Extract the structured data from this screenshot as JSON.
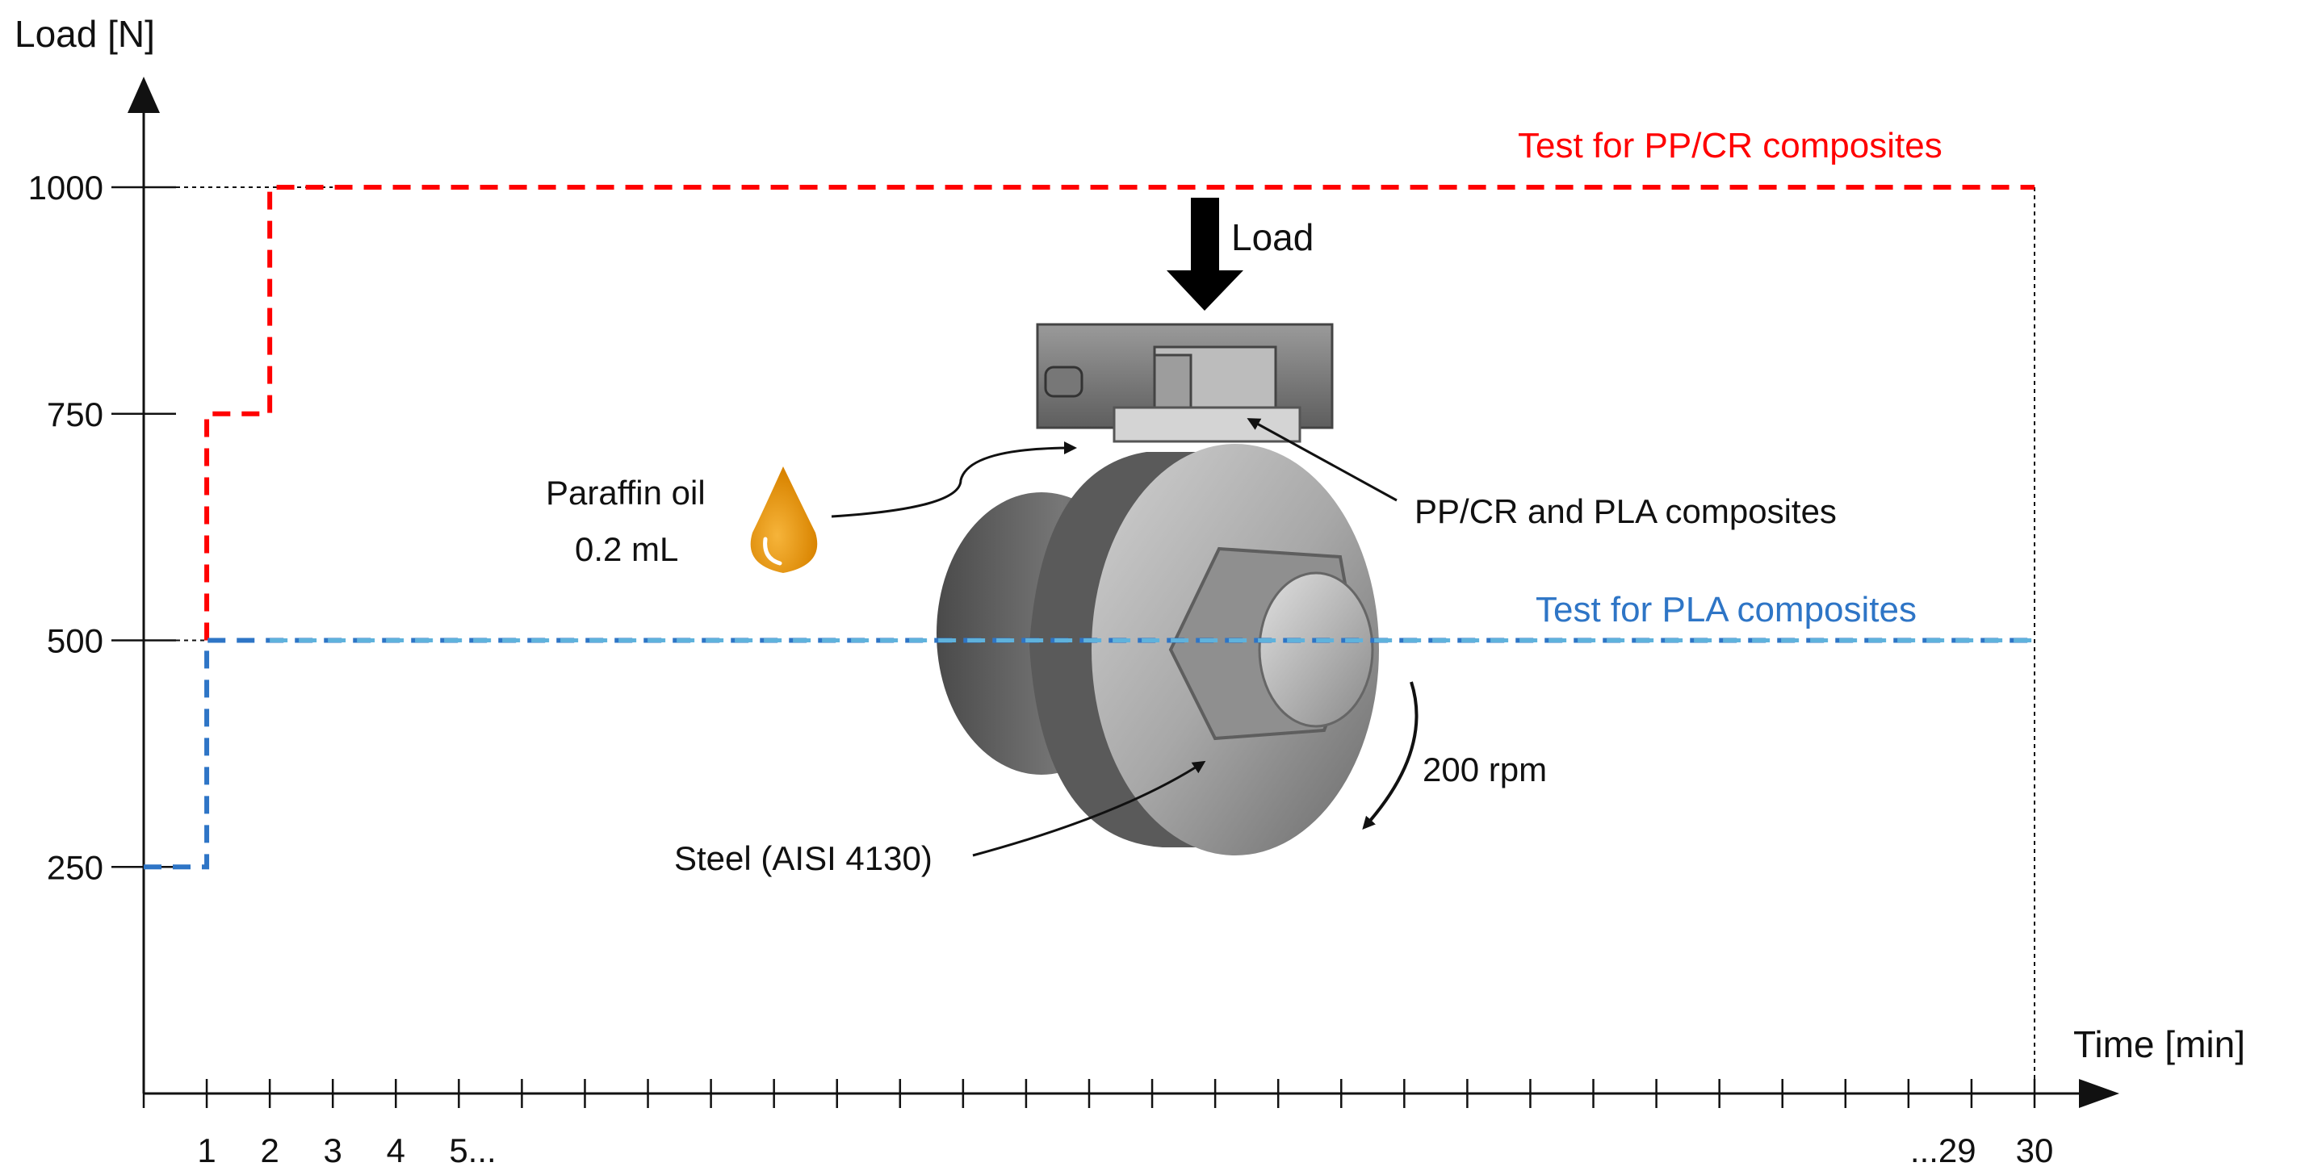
{
  "chart_data": {
    "type": "line",
    "xlabel": "Time [min]",
    "ylabel": "Load [N]",
    "xlim": [
      0,
      30
    ],
    "ylim": [
      0,
      1000
    ],
    "x_tick_labels": [
      "1",
      "2",
      "3",
      "4",
      "5...",
      "...29",
      "30"
    ],
    "y_tick_labels": [
      "250",
      "500",
      "750",
      "1000"
    ],
    "y_tick_values": [
      250,
      500,
      750,
      1000
    ],
    "series": [
      {
        "name": "Test for PP/CR composites",
        "color": "#ff0000",
        "style": "step-dashed",
        "x": [
          0,
          1,
          1,
          2,
          2,
          3,
          3,
          30
        ],
        "y": [
          500,
          500,
          750,
          750,
          1000,
          1000,
          1000,
          1000
        ],
        "draw_from": 1
      },
      {
        "name": "Test for PLA composites",
        "color": "#2e75c6",
        "style": "step-dashed",
        "x": [
          0,
          1,
          1,
          2,
          2,
          30
        ],
        "y": [
          250,
          250,
          500,
          500,
          500,
          500
        ]
      }
    ],
    "annotations": {
      "load": "Load",
      "oil_line1": "Paraffin oil",
      "oil_line2": "0.2 mL",
      "composites": "PP/CR and PLA composites",
      "steel": "Steel (AISI 4130)",
      "rpm": "200 rpm"
    },
    "colors": {
      "pp_cr": "#ff0000",
      "pla": "#2e75c6",
      "pla_dashed_light": "#5fb2dc",
      "oil": "#e6960a"
    }
  }
}
